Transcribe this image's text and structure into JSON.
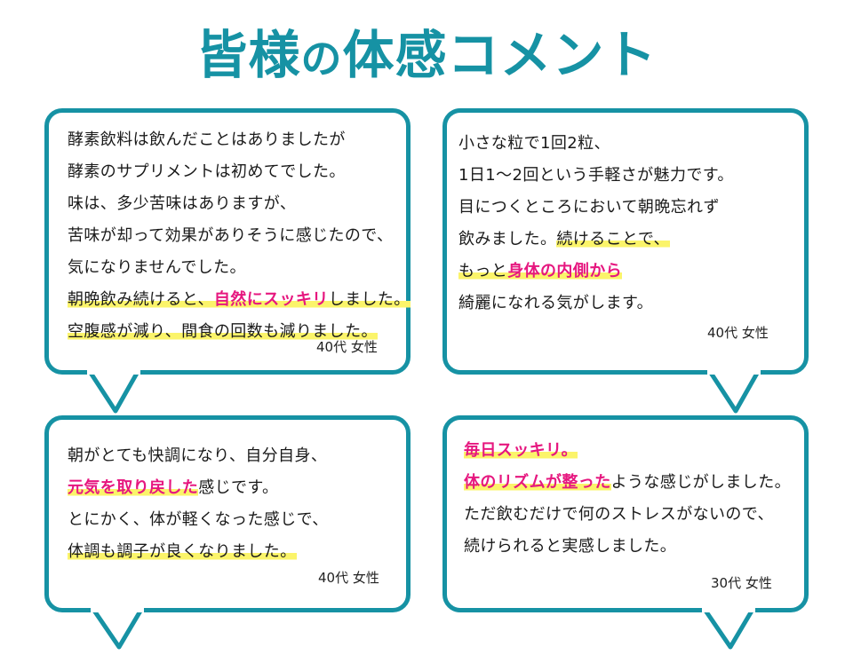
{
  "header": {
    "title_part1": "皆様",
    "title_part2": "の",
    "title_part3": "体感コメント",
    "title_color": "#1692a4"
  },
  "theme": {
    "border_color": "#1692a4",
    "highlight_color": "#fbf46a",
    "accent_text_color": "#e6177f"
  },
  "comments": [
    {
      "lines": [
        [
          {
            "t": "酵素飲料は飲んだことはありましたが"
          }
        ],
        [
          {
            "t": "酵素のサプリメントは初めてでした。"
          }
        ],
        [
          {
            "t": "味は、多少苦味はありますが、"
          }
        ],
        [
          {
            "t": "苦味が却って効果がありそうに感じたので、"
          }
        ],
        [
          {
            "t": "気になりませんでした。"
          }
        ],
        [
          {
            "t": "朝晩飲み続けると、",
            "m": true
          },
          {
            "t": "自然にスッキリ",
            "m": true,
            "p": true
          },
          {
            "t": "しました。",
            "m": true
          }
        ],
        [
          {
            "t": "空腹感が減り、間食の回数も減りました。",
            "m": true
          }
        ]
      ],
      "author": "40代 女性"
    },
    {
      "lines": [
        [
          {
            "t": "小さな粒で1回2粒、"
          }
        ],
        [
          {
            "t": "1日1〜2回という手軽さが魅力です。"
          }
        ],
        [
          {
            "t": "目につくところにおいて朝晩忘れず"
          }
        ],
        [
          {
            "t": "飲みました。"
          },
          {
            "t": "続けることで、",
            "m": true
          }
        ],
        [
          {
            "t": "もっと",
            "m": true
          },
          {
            "t": "身体の内側から",
            "m": true,
            "p": true
          }
        ],
        [
          {
            "t": "綺麗になれる気がします。"
          }
        ]
      ],
      "author": "40代 女性"
    },
    {
      "lines": [
        [
          {
            "t": "朝がとても快調になり、自分自身、"
          }
        ],
        [
          {
            "t": "元気を取り戻した",
            "m": true,
            "p": true
          },
          {
            "t": "感じです。"
          }
        ],
        [
          {
            "t": "とにかく、体が軽くなった感じで、"
          }
        ],
        [
          {
            "t": "体調も調子が良くなりました。",
            "m": true
          }
        ]
      ],
      "author": "40代 女性"
    },
    {
      "lines": [
        [
          {
            "t": "毎日スッキリ。",
            "m": true,
            "p": true
          }
        ],
        [
          {
            "t": "体のリズムが整った",
            "m": true,
            "p": true
          },
          {
            "t": "ような感じがしました。"
          }
        ],
        [
          {
            "t": "ただ飲むだけで何のストレスがないので、"
          }
        ],
        [
          {
            "t": "続けられると実感しました。"
          }
        ]
      ],
      "author": "30代 女性"
    }
  ]
}
